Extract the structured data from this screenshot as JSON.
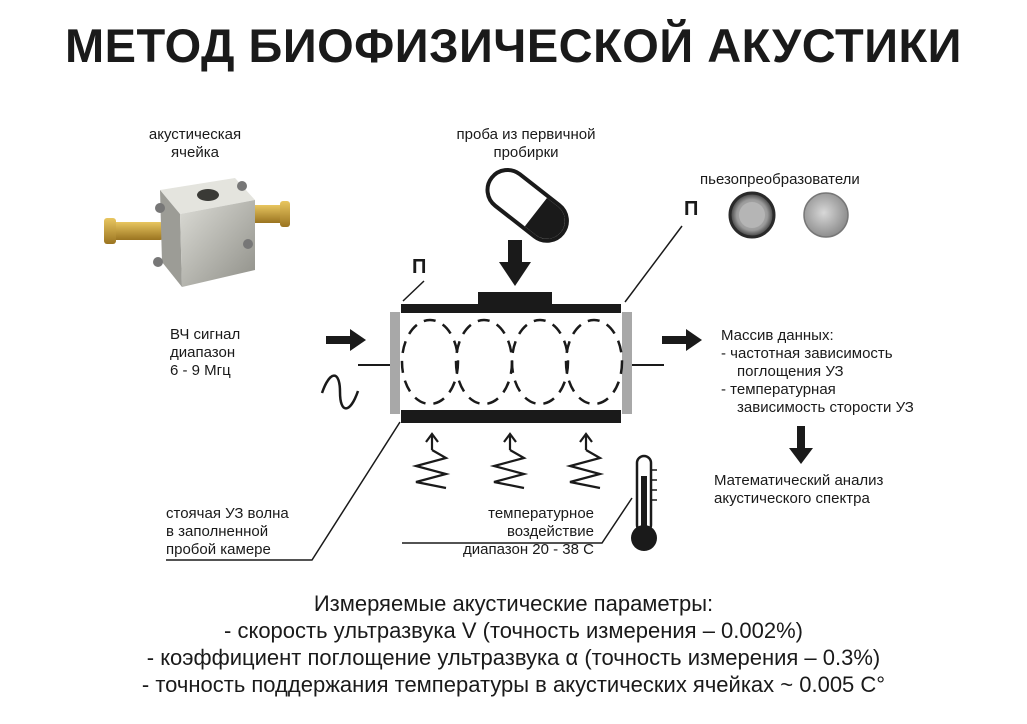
{
  "title": "МЕТОД БИОФИЗИЧЕСКОЙ АКУСТИКИ",
  "labels": {
    "cell": [
      "акустическая",
      "ячейка"
    ],
    "sample": [
      "проба из первичной",
      "пробирки"
    ],
    "piezo": "пьезопреобразователи",
    "p_left": "П",
    "p_right": "П",
    "hf_signal": [
      "ВЧ сигнал",
      "диапазон",
      "6 - 9 Мгц"
    ],
    "data_array": [
      "Массив данных:",
      "- частотная зависимость",
      "поглощения УЗ",
      "- температурная",
      "зависимость сторости УЗ"
    ],
    "math_analysis": [
      "Математический анализ",
      "акустического спектра"
    ],
    "standing_wave": [
      "стоячая УЗ волна",
      "в заполненной",
      "пробой камере"
    ],
    "temperature": [
      "температурное воздействие",
      "диапазон 20 - 38 С"
    ]
  },
  "params": {
    "heading": "Измеряемые акустические параметры:",
    "lines": [
      "- скорость ультразвука  V (точность измерения – 0.002%)",
      "- коэффициент поглощение ультразвука  α  (точность измерения  – 0.3%)",
      "- точность поддержания температуры в акустических ячейках  ~ 0.005 С°"
    ]
  },
  "colors": {
    "ink": "#1a1a1a",
    "transducer": "#a8a8a8",
    "metal": "#b9b9b3",
    "gold": "#c8a030"
  }
}
